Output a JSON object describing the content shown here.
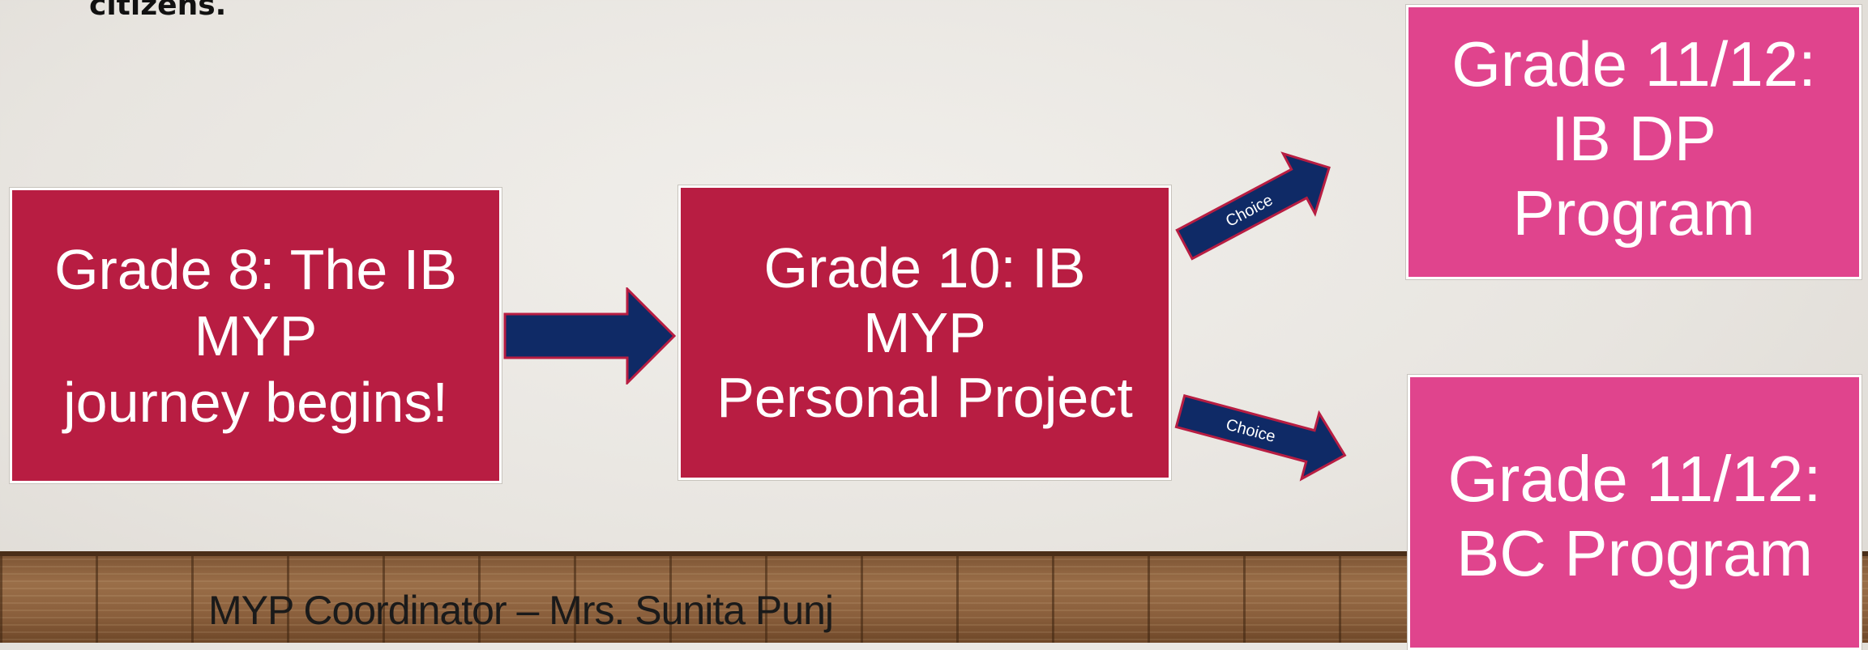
{
  "slide": {
    "top_text": "citizens.",
    "footer": "MYP Coordinator – Mrs. Sunita Punj"
  },
  "nodes": {
    "grade8": {
      "lines": [
        "Grade 8:  The IB",
        "MYP",
        "journey begins!"
      ]
    },
    "grade10": {
      "lines": [
        "Grade 10:  IB",
        "MYP",
        "Personal Project"
      ]
    },
    "dp": {
      "lines": [
        "Grade 11/12:",
        "IB DP",
        "Program"
      ]
    },
    "bc": {
      "lines": [
        "Grade 11/12:",
        "BC Program"
      ]
    }
  },
  "edges": {
    "to_dp_label": "Choice",
    "to_bc_label": "Choice"
  },
  "colors": {
    "red_box": "#b81d42",
    "pink_box": "#e0448d",
    "arrow": "#0f2a66"
  }
}
